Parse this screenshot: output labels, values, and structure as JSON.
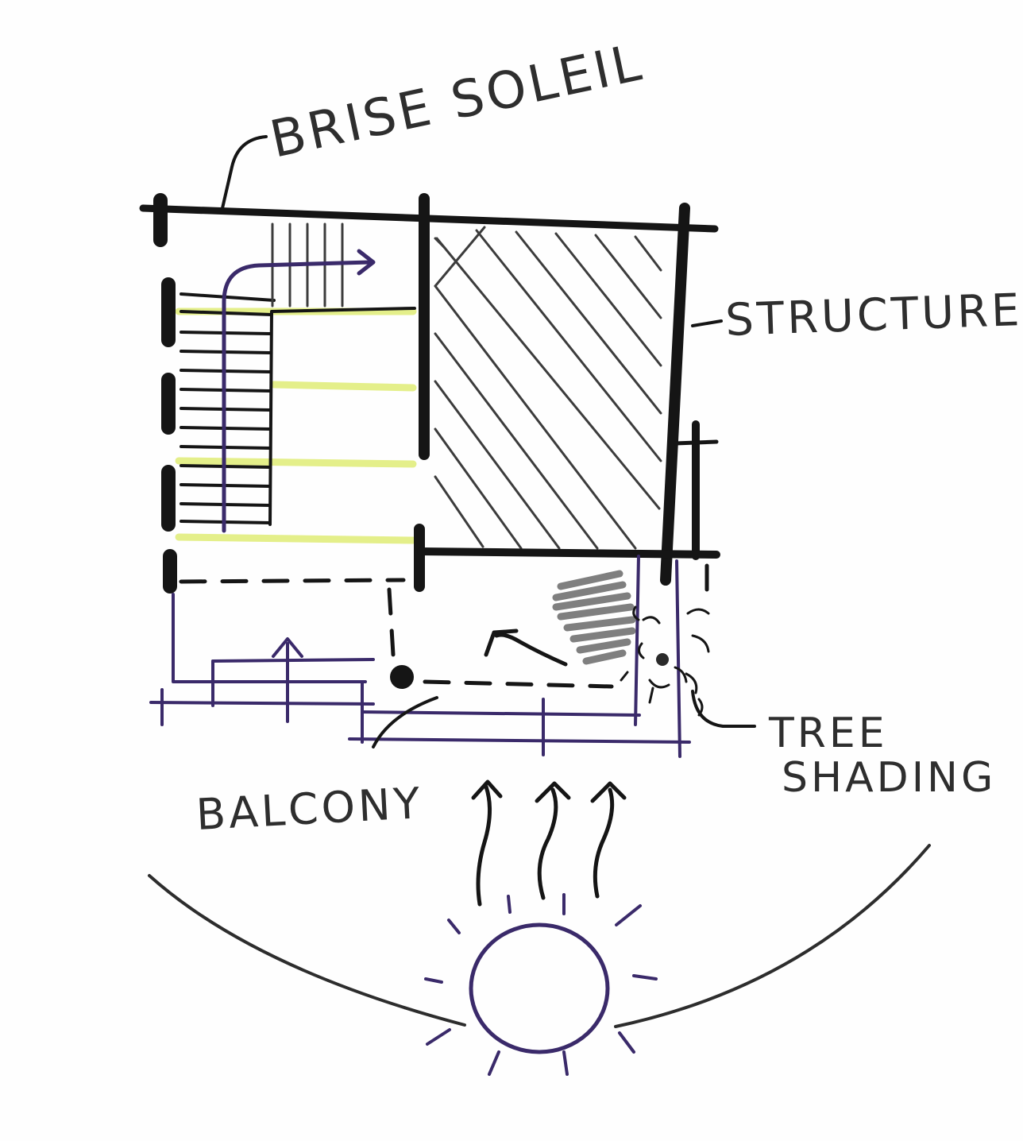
{
  "labels": {
    "brise_soleil": "BRISE SOLEIL",
    "structure": "STRUCTURE",
    "tree_shading_1": "TREE",
    "tree_shading_2": "SHADING",
    "balcony": "BALCONY"
  },
  "colors": {
    "ink": "#151515",
    "purple": "#3a2a6a",
    "yellow_highlight": "#e4ef8a",
    "label_grey": "#2e2e2e"
  }
}
